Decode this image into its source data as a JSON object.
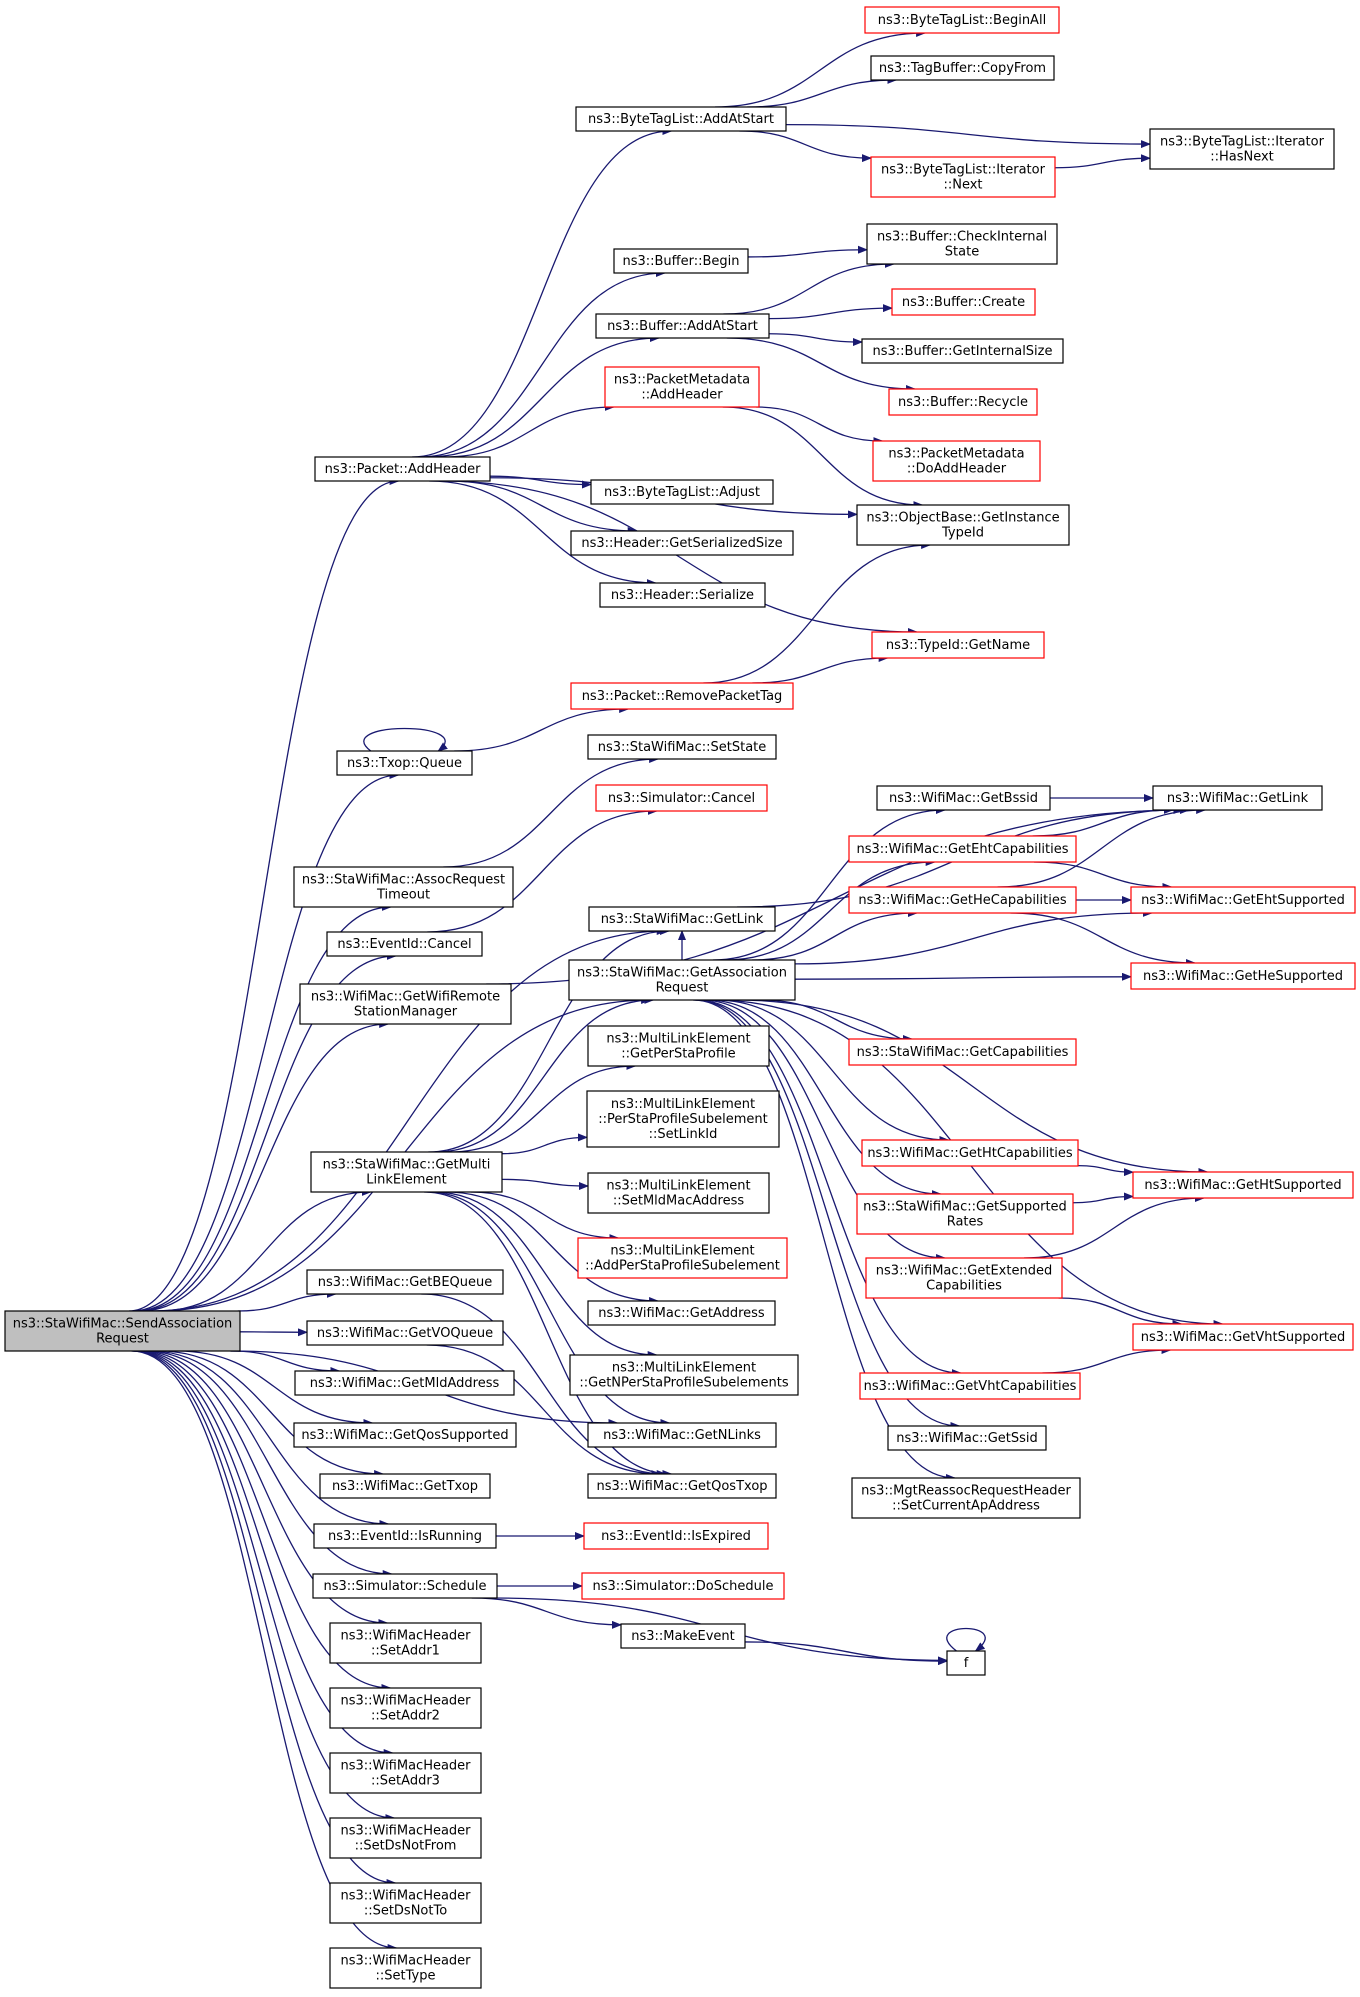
{
  "colors": {
    "edge": "#191970",
    "normal_border": "#000000",
    "truncated_border": "#ff0000",
    "root_fill": "#bfbfbf",
    "node_fill": "#ffffff"
  },
  "nodes": [
    {
      "id": "root",
      "lines": [
        "ns3::StaWifiMac::SendAssociation",
        "Request"
      ],
      "style": "root"
    },
    {
      "id": "packet_addheader",
      "lines": [
        "ns3::Packet::AddHeader"
      ],
      "style": "normal"
    },
    {
      "id": "bytetaglist_addatstart",
      "lines": [
        "ns3::ByteTagList::AddAtStart"
      ],
      "style": "normal"
    },
    {
      "id": "bytetaglist_beginall",
      "lines": [
        "ns3::ByteTagList::BeginAll"
      ],
      "style": "truncated"
    },
    {
      "id": "tagbuffer_copyfrom",
      "lines": [
        "ns3::TagBuffer::CopyFrom"
      ],
      "style": "normal"
    },
    {
      "id": "iterator_hasnext",
      "lines": [
        "ns3::ByteTagList::Iterator",
        "::HasNext"
      ],
      "style": "normal"
    },
    {
      "id": "iterator_next",
      "lines": [
        "ns3::ByteTagList::Iterator",
        "::Next"
      ],
      "style": "truncated"
    },
    {
      "id": "buffer_begin",
      "lines": [
        "ns3::Buffer::Begin"
      ],
      "style": "normal"
    },
    {
      "id": "buffer_checkinternalstate",
      "lines": [
        "ns3::Buffer::CheckInternal",
        "State"
      ],
      "style": "normal"
    },
    {
      "id": "buffer_addatstart",
      "lines": [
        "ns3::Buffer::AddAtStart"
      ],
      "style": "normal"
    },
    {
      "id": "buffer_create",
      "lines": [
        "ns3::Buffer::Create"
      ],
      "style": "truncated"
    },
    {
      "id": "buffer_getinternalsize",
      "lines": [
        "ns3::Buffer::GetInternalSize"
      ],
      "style": "normal"
    },
    {
      "id": "buffer_recycle",
      "lines": [
        "ns3::Buffer::Recycle"
      ],
      "style": "truncated"
    },
    {
      "id": "packetmetadata_addheader",
      "lines": [
        "ns3::PacketMetadata",
        "::AddHeader"
      ],
      "style": "truncated"
    },
    {
      "id": "packetmetadata_doaddheader",
      "lines": [
        "ns3::PacketMetadata",
        "::DoAddHeader"
      ],
      "style": "truncated"
    },
    {
      "id": "objectbase_getinstancetypeid",
      "lines": [
        "ns3::ObjectBase::GetInstance",
        "TypeId"
      ],
      "style": "normal"
    },
    {
      "id": "bytetaglist_adjust",
      "lines": [
        "ns3::ByteTagList::Adjust"
      ],
      "style": "normal"
    },
    {
      "id": "header_getserializedsize",
      "lines": [
        "ns3::Header::GetSerializedSize"
      ],
      "style": "normal"
    },
    {
      "id": "header_serialize",
      "lines": [
        "ns3::Header::Serialize"
      ],
      "style": "normal"
    },
    {
      "id": "typeid_getname",
      "lines": [
        "ns3::TypeId::GetName"
      ],
      "style": "truncated"
    },
    {
      "id": "packet_removepackettag",
      "lines": [
        "ns3::Packet::RemovePacketTag"
      ],
      "style": "truncated"
    },
    {
      "id": "txop_queue",
      "lines": [
        "ns3::Txop::Queue"
      ],
      "style": "normal"
    },
    {
      "id": "stawifimac_setstate",
      "lines": [
        "ns3::StaWifiMac::SetState"
      ],
      "style": "normal"
    },
    {
      "id": "simulator_cancel",
      "lines": [
        "ns3::Simulator::Cancel"
      ],
      "style": "truncated"
    },
    {
      "id": "assocrequesttimeout",
      "lines": [
        "ns3::StaWifiMac::AssocRequest",
        "Timeout"
      ],
      "style": "normal"
    },
    {
      "id": "eventid_cancel",
      "lines": [
        "ns3::EventId::Cancel"
      ],
      "style": "normal"
    },
    {
      "id": "getwifiremotestationmanager",
      "lines": [
        "ns3::WifiMac::GetWifiRemote",
        "StationManager"
      ],
      "style": "normal"
    },
    {
      "id": "stawifimac_getlink",
      "lines": [
        "ns3::StaWifiMac::GetLink"
      ],
      "style": "normal"
    },
    {
      "id": "getassociationrequest",
      "lines": [
        "ns3::StaWifiMac::GetAssociation",
        "Request"
      ],
      "style": "normal"
    },
    {
      "id": "wifimac_getbssid",
      "lines": [
        "ns3::WifiMac::GetBssid"
      ],
      "style": "normal"
    },
    {
      "id": "wifimac_getlink",
      "lines": [
        "ns3::WifiMac::GetLink"
      ],
      "style": "normal"
    },
    {
      "id": "getehtcapabilities",
      "lines": [
        "ns3::WifiMac::GetEhtCapabilities"
      ],
      "style": "truncated"
    },
    {
      "id": "gethecapabilities",
      "lines": [
        "ns3::WifiMac::GetHeCapabilities"
      ],
      "style": "truncated"
    },
    {
      "id": "getehtsupported",
      "lines": [
        "ns3::WifiMac::GetEhtSupported"
      ],
      "style": "truncated"
    },
    {
      "id": "gethesupported",
      "lines": [
        "ns3::WifiMac::GetHeSupported"
      ],
      "style": "truncated"
    },
    {
      "id": "stawifimac_getcapabilities",
      "lines": [
        "ns3::StaWifiMac::GetCapabilities"
      ],
      "style": "truncated"
    },
    {
      "id": "getperstaprofile",
      "lines": [
        "ns3::MultiLinkElement",
        "::GetPerStaProfile"
      ],
      "style": "normal"
    },
    {
      "id": "setlinkid",
      "lines": [
        "ns3::MultiLinkElement",
        "::PerStaProfileSubelement",
        "::SetLinkId"
      ],
      "style": "normal"
    },
    {
      "id": "setmldmacaddress",
      "lines": [
        "ns3::MultiLinkElement",
        "::SetMldMacAddress"
      ],
      "style": "normal"
    },
    {
      "id": "getmultilinkelement",
      "lines": [
        "ns3::StaWifiMac::GetMulti",
        "LinkElement"
      ],
      "style": "normal"
    },
    {
      "id": "addperstaprofilesubelement",
      "lines": [
        "ns3::MultiLinkElement",
        "::AddPerStaProfileSubelement"
      ],
      "style": "truncated"
    },
    {
      "id": "getaddress",
      "lines": [
        "ns3::WifiMac::GetAddress"
      ],
      "style": "normal"
    },
    {
      "id": "getnperstaprofilesubelements",
      "lines": [
        "ns3::MultiLinkElement",
        "::GetNPerStaProfileSubelements"
      ],
      "style": "normal"
    },
    {
      "id": "gethtcapabilities",
      "lines": [
        "ns3::WifiMac::GetHtCapabilities"
      ],
      "style": "truncated"
    },
    {
      "id": "gethtsupported",
      "lines": [
        "ns3::WifiMac::GetHtSupported"
      ],
      "style": "truncated"
    },
    {
      "id": "getsupportedrates",
      "lines": [
        "ns3::StaWifiMac::GetSupported",
        "Rates"
      ],
      "style": "truncated"
    },
    {
      "id": "getextendedcapabilities",
      "lines": [
        "ns3::WifiMac::GetExtended",
        "Capabilities"
      ],
      "style": "truncated"
    },
    {
      "id": "getvhtsupported",
      "lines": [
        "ns3::WifiMac::GetVhtSupported"
      ],
      "style": "truncated"
    },
    {
      "id": "getvhtcapabilities",
      "lines": [
        "ns3::WifiMac::GetVhtCapabilities"
      ],
      "style": "truncated"
    },
    {
      "id": "getssid",
      "lines": [
        "ns3::WifiMac::GetSsid"
      ],
      "style": "normal"
    },
    {
      "id": "setcurrentapaddress",
      "lines": [
        "ns3::MgtReassocRequestHeader",
        "::SetCurrentApAddress"
      ],
      "style": "normal"
    },
    {
      "id": "getbequeue",
      "lines": [
        "ns3::WifiMac::GetBEQueue"
      ],
      "style": "normal"
    },
    {
      "id": "getvoqueue",
      "lines": [
        "ns3::WifiMac::GetVOQueue"
      ],
      "style": "normal"
    },
    {
      "id": "getmldaddress",
      "lines": [
        "ns3::WifiMac::GetMldAddress"
      ],
      "style": "normal"
    },
    {
      "id": "getqossupported",
      "lines": [
        "ns3::WifiMac::GetQosSupported"
      ],
      "style": "normal"
    },
    {
      "id": "gettxop",
      "lines": [
        "ns3::WifiMac::GetTxop"
      ],
      "style": "normal"
    },
    {
      "id": "getnlinks",
      "lines": [
        "ns3::WifiMac::GetNLinks"
      ],
      "style": "normal"
    },
    {
      "id": "getqostxop",
      "lines": [
        "ns3::WifiMac::GetQosTxop"
      ],
      "style": "normal"
    },
    {
      "id": "eventid_isrunning",
      "lines": [
        "ns3::EventId::IsRunning"
      ],
      "style": "normal"
    },
    {
      "id": "eventid_isexpired",
      "lines": [
        "ns3::EventId::IsExpired"
      ],
      "style": "truncated"
    },
    {
      "id": "simulator_schedule",
      "lines": [
        "ns3::Simulator::Schedule"
      ],
      "style": "normal"
    },
    {
      "id": "simulator_doschedule",
      "lines": [
        "ns3::Simulator::DoSchedule"
      ],
      "style": "truncated"
    },
    {
      "id": "makeevent",
      "lines": [
        "ns3::MakeEvent"
      ],
      "style": "normal"
    },
    {
      "id": "f",
      "lines": [
        "f"
      ],
      "style": "normal"
    },
    {
      "id": "setaddr1",
      "lines": [
        "ns3::WifiMacHeader",
        "::SetAddr1"
      ],
      "style": "normal"
    },
    {
      "id": "setaddr2",
      "lines": [
        "ns3::WifiMacHeader",
        "::SetAddr2"
      ],
      "style": "normal"
    },
    {
      "id": "setaddr3",
      "lines": [
        "ns3::WifiMacHeader",
        "::SetAddr3"
      ],
      "style": "normal"
    },
    {
      "id": "setdsnotfrom",
      "lines": [
        "ns3::WifiMacHeader",
        "::SetDsNotFrom"
      ],
      "style": "normal"
    },
    {
      "id": "setdsnotto",
      "lines": [
        "ns3::WifiMacHeader",
        "::SetDsNotTo"
      ],
      "style": "normal"
    },
    {
      "id": "settype",
      "lines": [
        "ns3::WifiMacHeader",
        "::SetType"
      ],
      "style": "normal"
    }
  ],
  "edges": [
    [
      "root",
      "packet_addheader"
    ],
    [
      "root",
      "txop_queue"
    ],
    [
      "root",
      "assocrequesttimeout"
    ],
    [
      "root",
      "eventid_cancel"
    ],
    [
      "root",
      "getwifiremotestationmanager"
    ],
    [
      "root",
      "stawifimac_getlink"
    ],
    [
      "root",
      "getassociationrequest"
    ],
    [
      "root",
      "getmultilinkelement"
    ],
    [
      "root",
      "getbequeue"
    ],
    [
      "root",
      "getvoqueue"
    ],
    [
      "root",
      "getmldaddress"
    ],
    [
      "root",
      "getqossupported"
    ],
    [
      "root",
      "gettxop"
    ],
    [
      "root",
      "getnlinks"
    ],
    [
      "root",
      "eventid_isrunning"
    ],
    [
      "root",
      "simulator_schedule"
    ],
    [
      "root",
      "setaddr1"
    ],
    [
      "root",
      "setaddr2"
    ],
    [
      "root",
      "setaddr3"
    ],
    [
      "root",
      "setdsnotfrom"
    ],
    [
      "root",
      "setdsnotto"
    ],
    [
      "root",
      "settype"
    ],
    [
      "packet_addheader",
      "bytetaglist_addatstart"
    ],
    [
      "packet_addheader",
      "buffer_begin"
    ],
    [
      "packet_addheader",
      "buffer_addatstart"
    ],
    [
      "packet_addheader",
      "packetmetadata_addheader"
    ],
    [
      "packet_addheader",
      "objectbase_getinstancetypeid"
    ],
    [
      "packet_addheader",
      "bytetaglist_adjust"
    ],
    [
      "packet_addheader",
      "header_getserializedsize"
    ],
    [
      "packet_addheader",
      "header_serialize"
    ],
    [
      "packet_addheader",
      "typeid_getname"
    ],
    [
      "bytetaglist_addatstart",
      "bytetaglist_beginall"
    ],
    [
      "bytetaglist_addatstart",
      "tagbuffer_copyfrom"
    ],
    [
      "bytetaglist_addatstart",
      "iterator_hasnext"
    ],
    [
      "bytetaglist_addatstart",
      "iterator_next"
    ],
    [
      "iterator_next",
      "iterator_hasnext"
    ],
    [
      "buffer_begin",
      "buffer_checkinternalstate"
    ],
    [
      "buffer_addatstart",
      "buffer_checkinternalstate"
    ],
    [
      "buffer_addatstart",
      "buffer_create"
    ],
    [
      "buffer_addatstart",
      "buffer_getinternalsize"
    ],
    [
      "buffer_addatstart",
      "buffer_recycle"
    ],
    [
      "packetmetadata_addheader",
      "packetmetadata_doaddheader"
    ],
    [
      "packetmetadata_addheader",
      "objectbase_getinstancetypeid"
    ],
    [
      "packet_removepackettag",
      "objectbase_getinstancetypeid"
    ],
    [
      "packet_removepackettag",
      "typeid_getname"
    ],
    [
      "txop_queue",
      "txop_queue"
    ],
    [
      "txop_queue",
      "packet_removepackettag"
    ],
    [
      "assocrequesttimeout",
      "stawifimac_setstate"
    ],
    [
      "eventid_cancel",
      "simulator_cancel"
    ],
    [
      "getwifiremotestationmanager",
      "wifimac_getlink"
    ],
    [
      "stawifimac_getlink",
      "wifimac_getlink"
    ],
    [
      "getassociationrequest",
      "wifimac_getbssid"
    ],
    [
      "getassociationrequest",
      "getehtcapabilities"
    ],
    [
      "getassociationrequest",
      "gethecapabilities"
    ],
    [
      "getassociationrequest",
      "getehtsupported"
    ],
    [
      "getassociationrequest",
      "gethesupported"
    ],
    [
      "getassociationrequest",
      "stawifimac_getcapabilities"
    ],
    [
      "getassociationrequest",
      "gethtcapabilities"
    ],
    [
      "getassociationrequest",
      "gethtsupported"
    ],
    [
      "getassociationrequest",
      "getsupportedrates"
    ],
    [
      "getassociationrequest",
      "getextendedcapabilities"
    ],
    [
      "getassociationrequest",
      "getvhtsupported"
    ],
    [
      "getassociationrequest",
      "getvhtcapabilities"
    ],
    [
      "getassociationrequest",
      "getssid"
    ],
    [
      "getassociationrequest",
      "setcurrentapaddress"
    ],
    [
      "getassociationrequest",
      "stawifimac_getlink"
    ],
    [
      "wifimac_getbssid",
      "wifimac_getlink"
    ],
    [
      "getehtcapabilities",
      "wifimac_getlink"
    ],
    [
      "getehtcapabilities",
      "getehtsupported"
    ],
    [
      "gethecapabilities",
      "wifimac_getlink"
    ],
    [
      "gethecapabilities",
      "getehtsupported"
    ],
    [
      "gethecapabilities",
      "gethesupported"
    ],
    [
      "gethtcapabilities",
      "gethtsupported"
    ],
    [
      "getsupportedrates",
      "gethtsupported"
    ],
    [
      "getextendedcapabilities",
      "gethtsupported"
    ],
    [
      "getextendedcapabilities",
      "getvhtsupported"
    ],
    [
      "getvhtcapabilities",
      "getvhtsupported"
    ],
    [
      "getmultilinkelement",
      "stawifimac_getlink"
    ],
    [
      "getmultilinkelement",
      "getassociationrequest"
    ],
    [
      "getmultilinkelement",
      "getperstaprofile"
    ],
    [
      "getmultilinkelement",
      "setlinkid"
    ],
    [
      "getmultilinkelement",
      "setmldmacaddress"
    ],
    [
      "getmultilinkelement",
      "addperstaprofilesubelement"
    ],
    [
      "getmultilinkelement",
      "getaddress"
    ],
    [
      "getmultilinkelement",
      "getnperstaprofilesubelements"
    ],
    [
      "getmultilinkelement",
      "getnlinks"
    ],
    [
      "getmultilinkelement",
      "getqostxop"
    ],
    [
      "getbequeue",
      "getqostxop"
    ],
    [
      "getvoqueue",
      "getqostxop"
    ],
    [
      "eventid_isrunning",
      "eventid_isexpired"
    ],
    [
      "simulator_schedule",
      "simulator_doschedule"
    ],
    [
      "simulator_schedule",
      "makeevent"
    ],
    [
      "simulator_schedule",
      "f"
    ],
    [
      "makeevent",
      "f"
    ],
    [
      "f",
      "f"
    ]
  ]
}
